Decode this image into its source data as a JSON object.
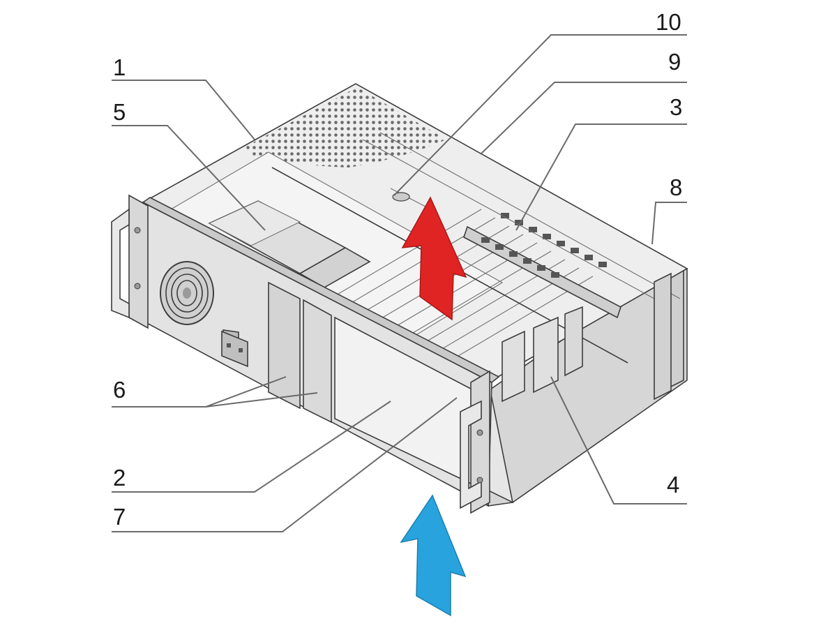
{
  "diagram": {
    "callouts": [
      {
        "id": "1",
        "label": "1"
      },
      {
        "id": "2",
        "label": "2"
      },
      {
        "id": "3",
        "label": "3"
      },
      {
        "id": "4",
        "label": "4"
      },
      {
        "id": "5",
        "label": "5"
      },
      {
        "id": "6",
        "label": "6"
      },
      {
        "id": "7",
        "label": "7"
      },
      {
        "id": "8",
        "label": "8"
      },
      {
        "id": "9",
        "label": "9"
      },
      {
        "id": "10",
        "label": "10"
      }
    ],
    "arrows": [
      {
        "name": "exhaust-airflow-arrow",
        "color": "#e02424"
      },
      {
        "name": "intake-airflow-arrow",
        "color": "#29a3dd"
      }
    ],
    "colors": {
      "line": "#3c3c3c",
      "panel_light": "#f0f0f0",
      "panel_mid": "#dcdcdc",
      "panel_dark": "#c4c4c4"
    }
  }
}
